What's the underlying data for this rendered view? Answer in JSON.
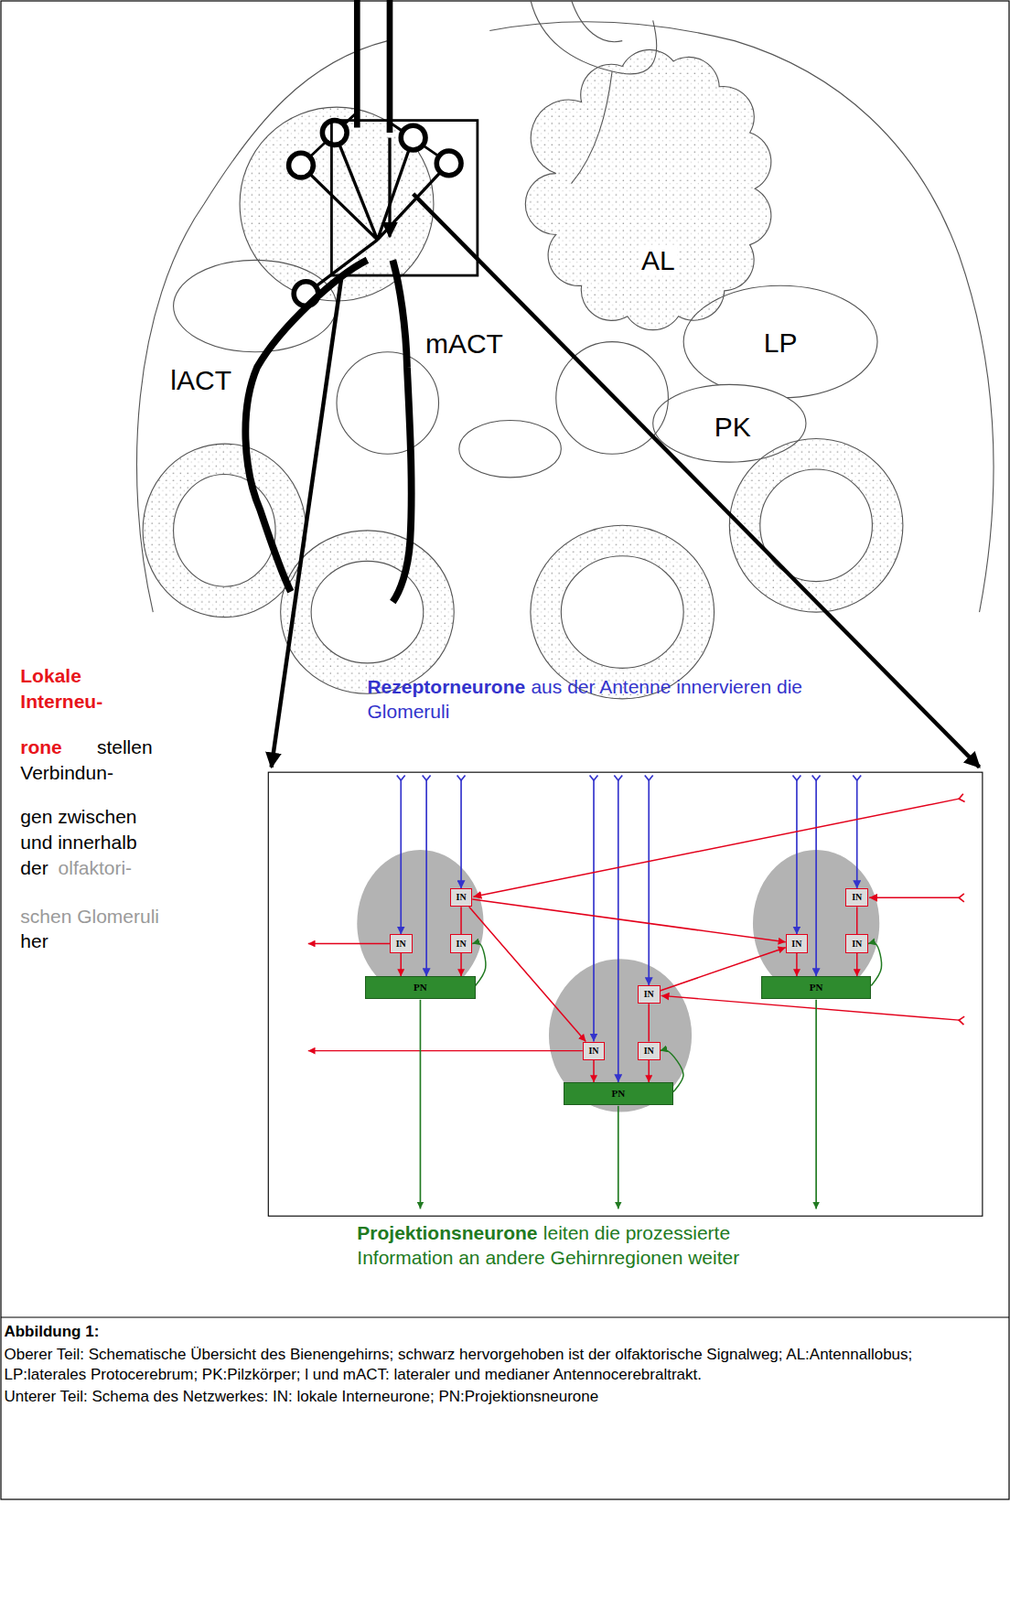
{
  "diagram": {
    "caption": "Abbildung 1:",
    "nodes": [
      {
        "text": [
          "IN"
        ]
      },
      {
        "text": [
          "IN"
        ]
      },
      {
        "text": [
          "IN"
        ]
      },
      {
        "text": [
          "PN"
        ]
      },
      {
        "text": [
          "IN"
        ]
      },
      {
        "text": [
          "IN"
        ]
      },
      {
        "text": [
          "IN"
        ]
      },
      {
        "text": [
          "PN"
        ]
      },
      {
        "text": [
          "IN"
        ]
      },
      {
        "text": [
          "IN"
        ]
      },
      {
        "text": [
          "IN"
        ]
      },
      {
        "text": [
          "PN"
        ]
      }
    ],
    "edges": [
      {
        "from": 0,
        "to": 9,
        "arrow": "to"
      },
      {
        "from": 0,
        "to": 5,
        "arrow": "to"
      },
      {
        "from": 4,
        "to": 9,
        "arrow": "to"
      },
      {
        "from": 0,
        "to": 2,
        "arrow": "none"
      },
      {
        "from": 4,
        "to": 6,
        "arrow": "none"
      },
      {
        "from": 8,
        "to": 10,
        "arrow": "none"
      },
      {
        "from": 1,
        "to": 3,
        "arrow": "to"
      },
      {
        "from": 2,
        "to": 3,
        "arrow": "to"
      },
      {
        "from": 5,
        "to": 7,
        "arrow": "to"
      },
      {
        "from": 6,
        "to": 7,
        "arrow": "to"
      },
      {
        "from": 9,
        "to": 11,
        "arrow": "to"
      },
      {
        "from": 10,
        "to": 11,
        "arrow": "to"
      },
      {
        "from": 3,
        "to": 2,
        "arrow": "to"
      },
      {
        "from": 7,
        "to": 6,
        "arrow": "to"
      },
      {
        "from": 11,
        "to": 10,
        "arrow": "to"
      }
    ],
    "labels": [
      "AL",
      "LP",
      "PK",
      "lACT",
      "mACT",
      "Rezeptorneurone",
      "aus der Antenne innervieren die Glomeruli",
      "Lokale",
      "Interneu-",
      "rone",
      "stellen",
      "Verbindun-",
      "gen zwischen",
      "und innerhalb",
      "der",
      "olfaktori-",
      "schen Glomeruli",
      "her",
      "Projektionsneurone",
      "leiten die prozessierte Information an andere Gehirnregionen weiter",
      "Oberer Teil: Schematische Übersicht des Bienengehirns; schwarz hervorgehoben ist der olfaktorische Signalweg; AL:Antennallobus; LP:laterales Protocerebrum; PK:Pilzkörper; l und mACT: lateraler und medianer Antennocerebraltrakt.",
      "Unterer Teil: Schema des Netzwerkes: IN: lokale Interneurone; PN:Projektionsneurone"
    ]
  }
}
